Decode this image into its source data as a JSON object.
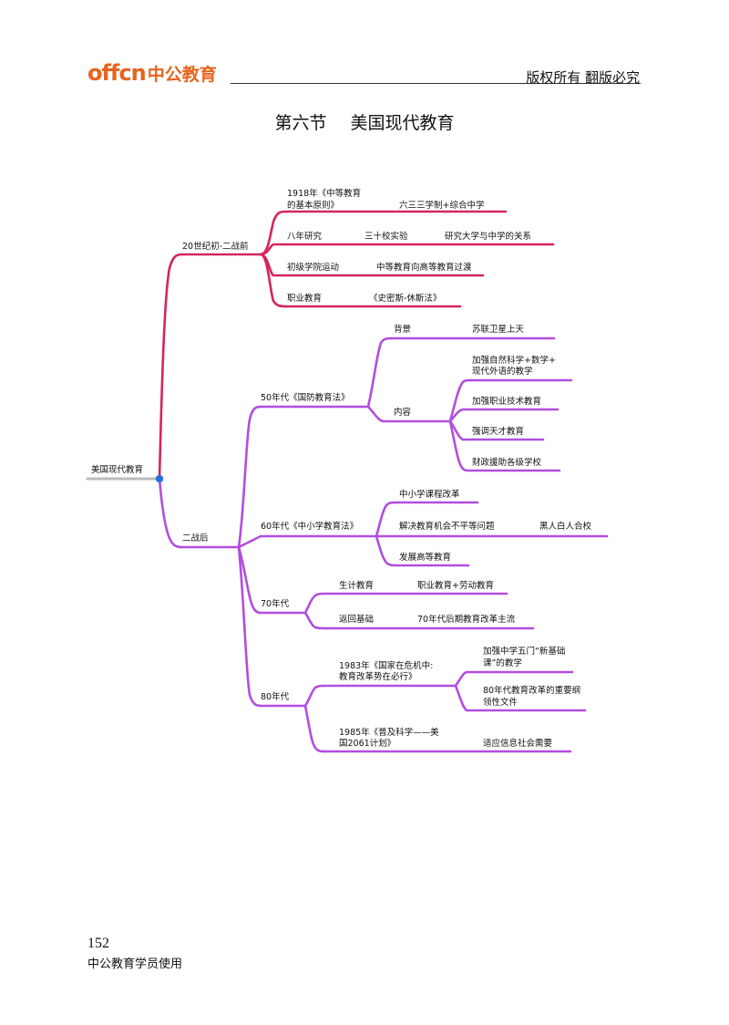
{
  "header": {
    "logo_en": "offcn",
    "logo_cn": "中公教育",
    "copyright": "版权所有 翻版必究",
    "brand_color": "#e8631c"
  },
  "section": {
    "number": "第六节",
    "title": "美国现代教育"
  },
  "mindmap": {
    "root": "美国现代教育",
    "colors": {
      "period1": "#d6245e",
      "period2": "#b24de0",
      "root_line": "#bbbbbb",
      "root_dot": "#2d6fd6"
    },
    "period1": {
      "label": "20世纪初-二战前",
      "items": [
        {
          "name1": "1918年《中等教育",
          "name2": "的基本原则》",
          "detail": "六三三学制+综合中学"
        },
        {
          "name": "八年研究",
          "mid": "三十校实验",
          "detail": "研究大学与中学的关系"
        },
        {
          "name": "初级学院运动",
          "detail": "中等教育向高等教育过渡"
        },
        {
          "name": "职业教育",
          "detail": "《史密斯-休斯法》"
        }
      ]
    },
    "period2": {
      "label": "二战后",
      "law50": {
        "label": "50年代《国防教育法》",
        "background_label": "背景",
        "background": "苏联卫星上天",
        "content_label": "内容",
        "content": [
          {
            "l1": "加强自然科学+数学+",
            "l2": "现代外语的教学"
          },
          {
            "l1": "加强职业技术教育"
          },
          {
            "l1": "强调天才教育"
          },
          {
            "l1": "财政援助各级学校"
          }
        ]
      },
      "law60": {
        "label": "60年代《中小学教育法》",
        "items": [
          "中小学课程改革",
          "解决教育机会不平等问题",
          "发展高等教育"
        ],
        "extra": "黑人白人合校"
      },
      "era70": {
        "label": "70年代",
        "items": [
          {
            "name": "生计教育",
            "detail": "职业教育+劳动教育"
          },
          {
            "name": "返回基础",
            "detail": "70年代后期教育改革主流"
          }
        ]
      },
      "era80": {
        "label": "80年代",
        "report1": {
          "l1": "1983年《国家在危机中:",
          "l2": "教育改革势在必行》"
        },
        "report1_details": [
          {
            "l1": "加强中学五门“新基础",
            "l2": "课”的教学"
          },
          {
            "l1": "80年代教育改革的重要纲",
            "l2": "领性文件"
          }
        ],
        "report2": {
          "l1": "1985年《普及科学——美",
          "l2": "国2061计划》"
        },
        "report2_detail": "适应信息社会需要"
      }
    }
  },
  "footer": {
    "page_number": "152",
    "note": "中公教育学员使用"
  }
}
